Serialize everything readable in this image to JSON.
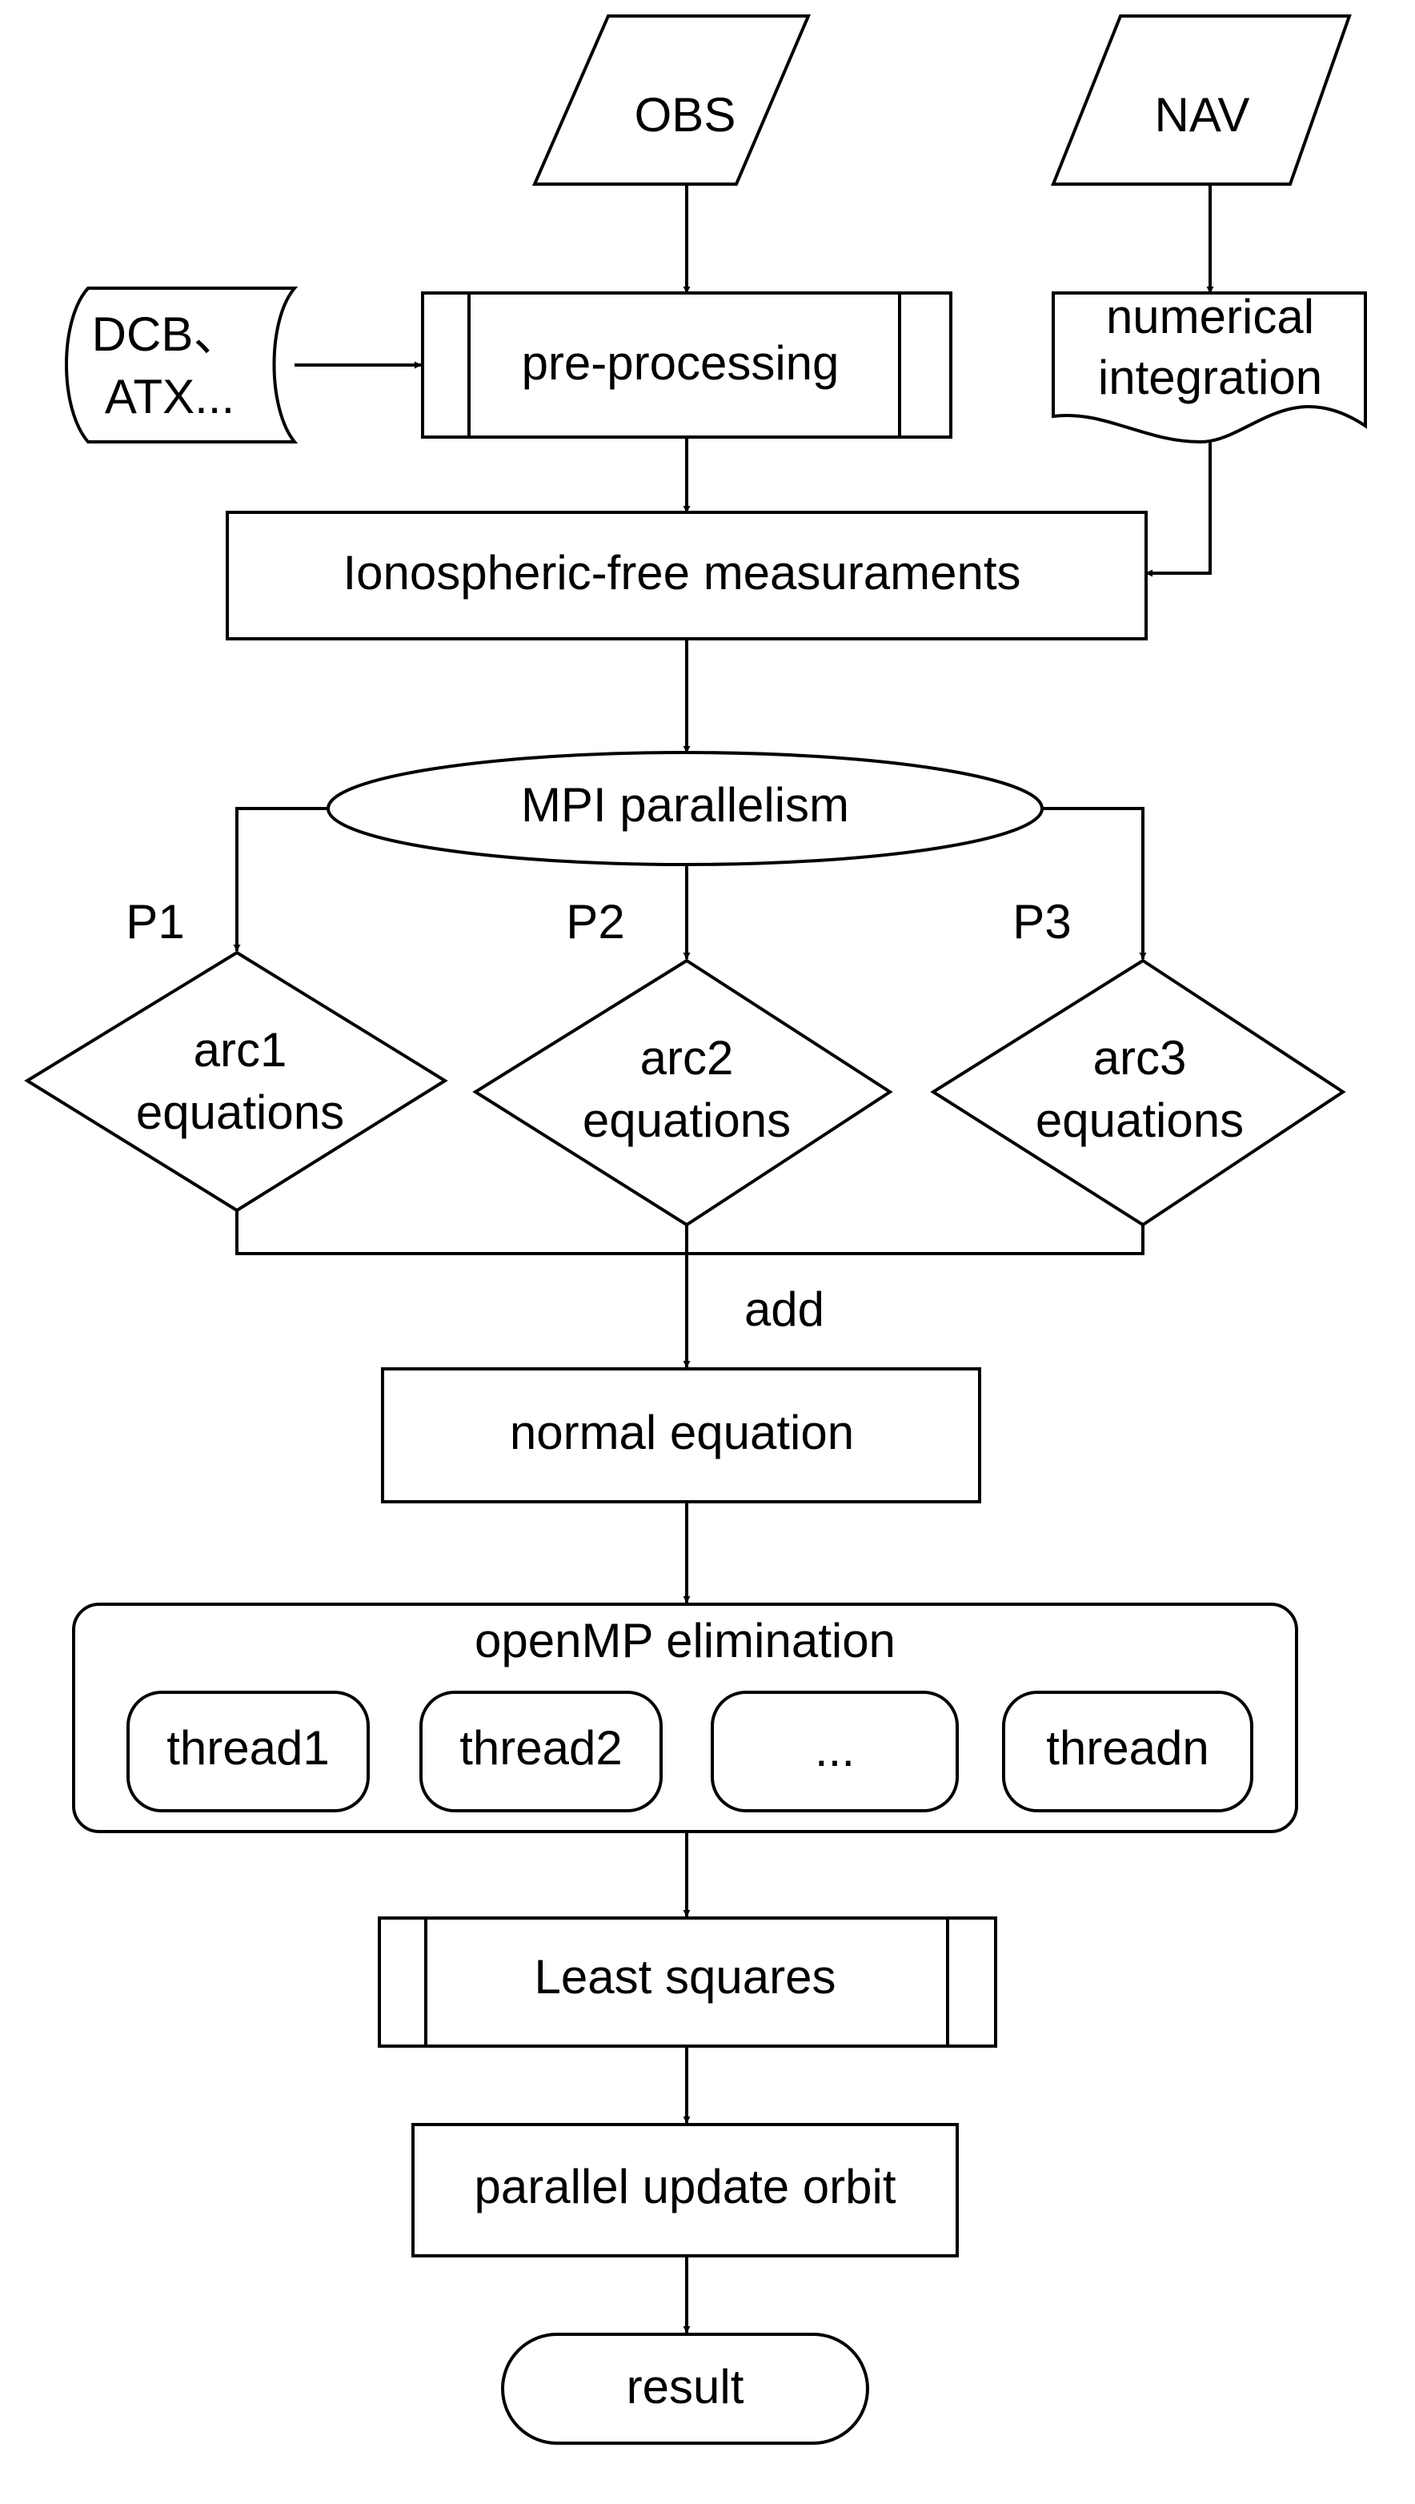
{
  "nodes": {
    "obs": "OBS",
    "nav": "NAV",
    "dcb_line1": "DCB、",
    "dcb_line2": "ATX...",
    "preprocessing": "pre-processing",
    "numerical_line1": "numerical",
    "numerical_line2": "integration",
    "ionospheric": "Ionospheric-free measuraments",
    "mpi": "MPI parallelism",
    "arc1_line1": "arc1",
    "arc1_line2": "equations",
    "arc2_line1": "arc2",
    "arc2_line2": "equations",
    "arc3_line1": "arc3",
    "arc3_line2": "equations",
    "normal": "normal equation",
    "openmp": "openMP elimination",
    "thread1": "thread1",
    "thread2": "thread2",
    "thread_ellipsis": "...",
    "threadn": "threadn",
    "least_squares": "Least squares",
    "update_orbit": "parallel update orbit",
    "result": "result"
  },
  "edge_labels": {
    "p1": "P1",
    "p2": "P2",
    "p3": "P3",
    "add": "add"
  }
}
